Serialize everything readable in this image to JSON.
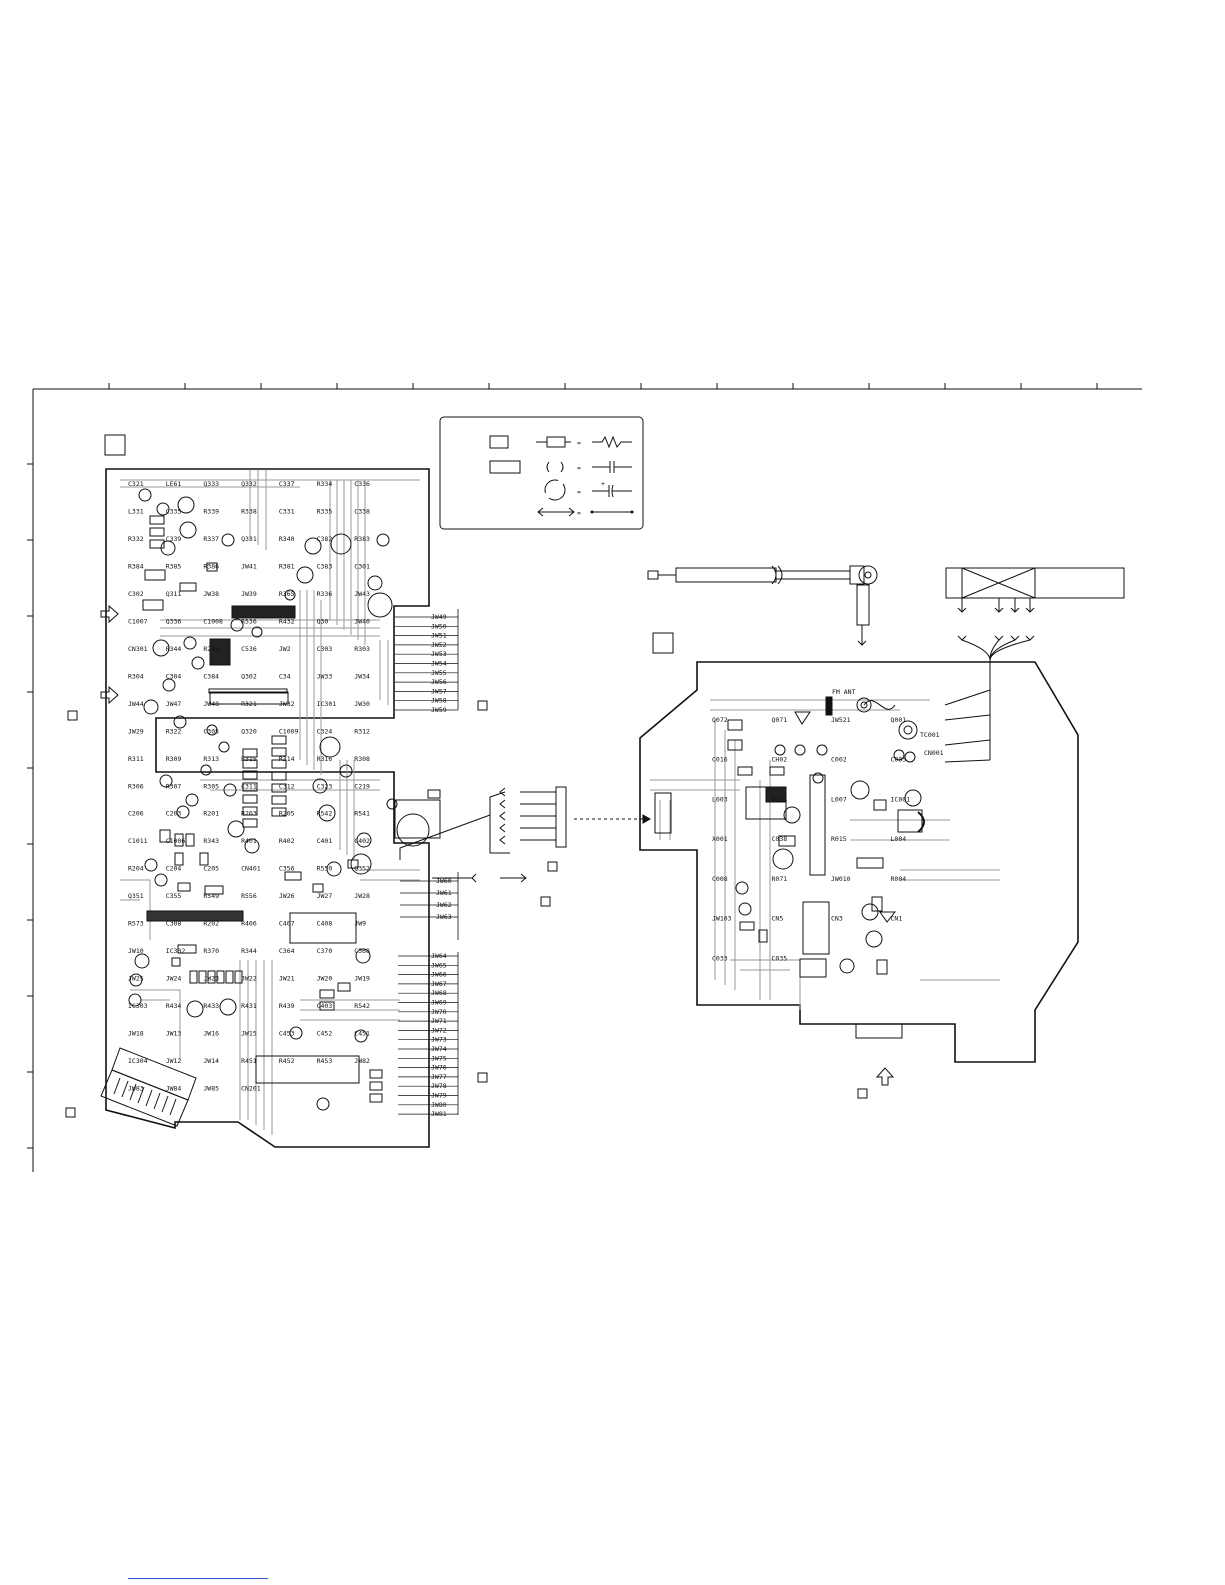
{
  "labels": {
    "fm_ant": "FM ANT",
    "tc001": "TC001",
    "cn001": "CN001"
  },
  "legend": {
    "eq": "="
  },
  "jw_left_top": [
    "JW49",
    "JW50",
    "JW51",
    "JW52",
    "JW53",
    "JW54",
    "JW55",
    "JW56",
    "JW57",
    "JW58",
    "JW59"
  ],
  "jw_left_mid": [
    "JW60",
    "JW61",
    "JW62",
    "JW63"
  ],
  "jw_left_bottom": [
    "JW64",
    "JW65",
    "JW66",
    "JW67",
    "JW68",
    "JW69",
    "JW70",
    "JW71",
    "JW72",
    "JW73",
    "JW74",
    "JW75",
    "JW76",
    "JW77",
    "JW78",
    "JW79",
    "JW80",
    "JW81"
  ],
  "components_left": [
    "C321",
    "LE61",
    "Q333",
    "Q332",
    "C337",
    "R334",
    "C336",
    "L331",
    "C335",
    "R339",
    "R338",
    "C331",
    "R335",
    "C338",
    "R332",
    "C339",
    "R337",
    "Q331",
    "R340",
    "C382",
    "R383",
    "R384",
    "R385",
    "R386",
    "JW41",
    "R381",
    "C383",
    "C301",
    "C302",
    "Q311",
    "JW38",
    "JW39",
    "R365",
    "R336",
    "JW43",
    "C1007",
    "Q336",
    "C1008",
    "R536",
    "R432",
    "Q30",
    "JW40",
    "CN301",
    "R344",
    "R233",
    "C536",
    "JW2",
    "C303",
    "R303",
    "R304",
    "C304",
    "C384",
    "Q302",
    "C34",
    "JW33",
    "JW34",
    "JW44",
    "JW47",
    "JW48",
    "R321",
    "JW32",
    "IC301",
    "JW30",
    "JW29",
    "R322",
    "C305",
    "Q320",
    "C1009",
    "C324",
    "R312",
    "R311",
    "R309",
    "R313",
    "R315",
    "R314",
    "R316",
    "R308",
    "R306",
    "R307",
    "R305",
    "C311",
    "C312",
    "C323",
    "C219",
    "C206",
    "C203",
    "R201",
    "R203",
    "R205",
    "R542",
    "R541",
    "C1011",
    "C1006",
    "R343",
    "R401",
    "R402",
    "C401",
    "C402",
    "R204",
    "C204",
    "C205",
    "CN401",
    "C356",
    "R550",
    "Q352",
    "Q351",
    "C355",
    "R549",
    "R556",
    "JW26",
    "JW27",
    "JW28",
    "R573",
    "C308",
    "R202",
    "R406",
    "C407",
    "C408",
    "JW9",
    "JW10",
    "IC302",
    "R370",
    "R344",
    "C364",
    "C370",
    "C368",
    "JW25",
    "JW24",
    "JW23",
    "JW22",
    "JW21",
    "JW20",
    "JW19",
    "IC303",
    "R434",
    "R433",
    "R431",
    "R439",
    "C403",
    "R542",
    "JW18",
    "JW13",
    "JW16",
    "JW15",
    "C453",
    "C452",
    "C451",
    "IC304",
    "JW12",
    "JW14",
    "R451",
    "R452",
    "R453",
    "JW82",
    "JW83",
    "JW84",
    "JW85",
    "CN201"
  ],
  "components_right": [
    "Q072",
    "Q071",
    "JW521",
    "Q001",
    "C016",
    "CH02",
    "C002",
    "C005",
    "L003",
    "R024",
    "L007",
    "IC001",
    "X001",
    "C038",
    "R015",
    "L004",
    "C008",
    "R071",
    "JW010",
    "R004",
    "JW103",
    "CN5",
    "CN3",
    "CN1",
    "C033",
    "C035"
  ]
}
